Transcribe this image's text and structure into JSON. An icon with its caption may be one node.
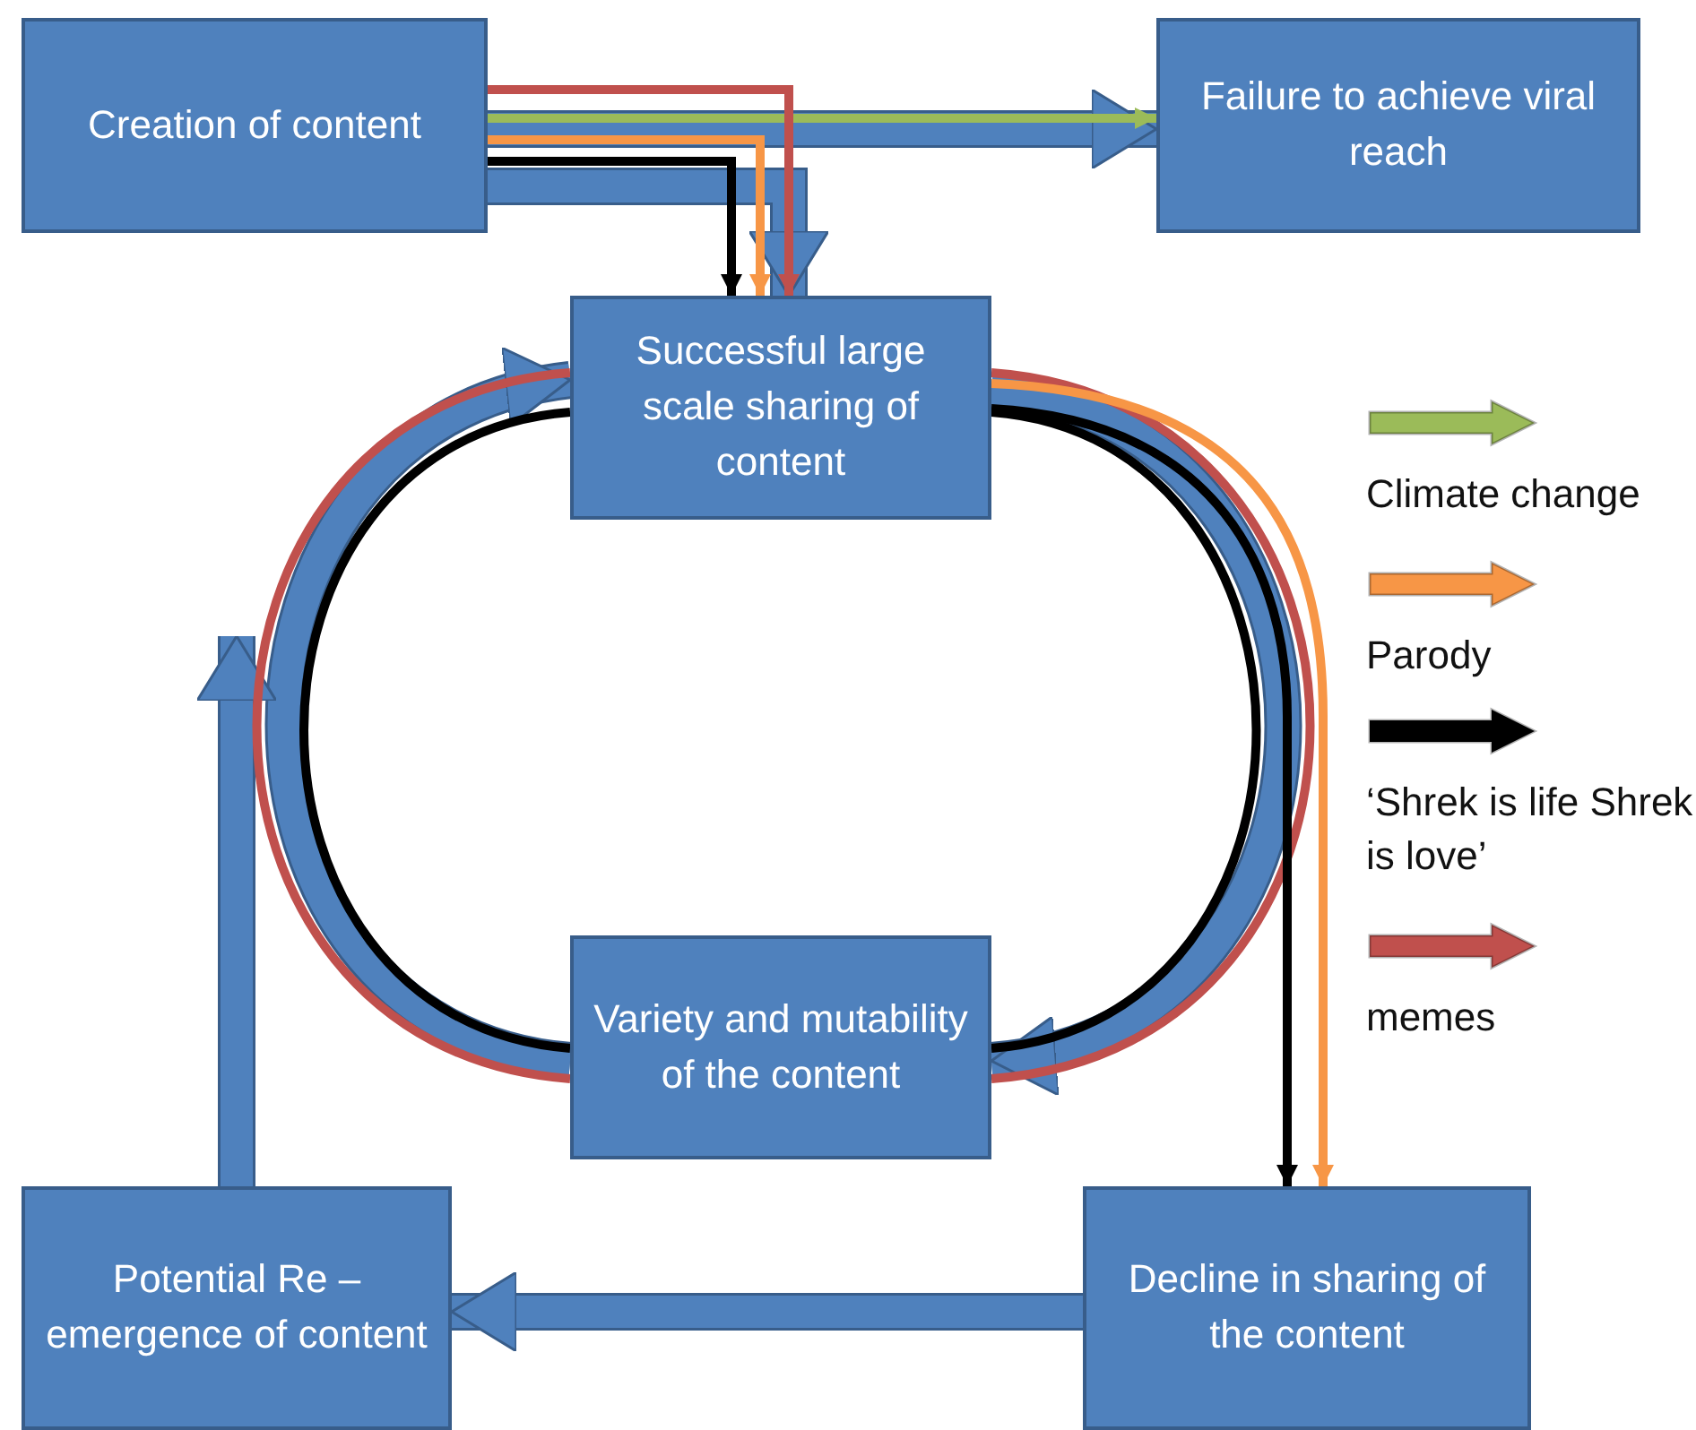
{
  "diagram": {
    "nodes": [
      {
        "text": [
          "Creation of content"
        ]
      },
      {
        "text": [
          "Failure to achieve viral reach"
        ]
      },
      {
        "text": [
          "Successful large scale sharing of content"
        ]
      },
      {
        "text": [
          "Variety and mutability of the content"
        ]
      },
      {
        "text": [
          "Decline in sharing of the content"
        ]
      },
      {
        "text": [
          "Potential Re – emergence of content"
        ]
      }
    ],
    "edges": [
      {
        "from": 0,
        "to": 1,
        "arrow": "to",
        "style": "thick"
      },
      {
        "from": 0,
        "to": 2,
        "arrow": "to",
        "style": "thick"
      },
      {
        "from": 2,
        "to": 3,
        "arrow": "to",
        "style": "thick"
      },
      {
        "from": 3,
        "to": 2,
        "arrow": "to",
        "style": "thick"
      },
      {
        "from": 4,
        "to": 5,
        "arrow": "to",
        "style": "thick"
      },
      {
        "from": 5,
        "to": null,
        "arrow": "to",
        "style": "thick"
      },
      {
        "from": 0,
        "to": 1,
        "arrow": "to",
        "color": "#9bbb59"
      },
      {
        "from": 0,
        "to": 2,
        "arrow": "to",
        "color": "#c0504d"
      },
      {
        "from": 0,
        "to": 2,
        "arrow": "to",
        "color": "#f79646"
      },
      {
        "from": 0,
        "to": 2,
        "arrow": "to",
        "color": "#000000"
      },
      {
        "from": 2,
        "to": 3,
        "arrow": "none",
        "color": "#c0504d"
      },
      {
        "from": 3,
        "to": 2,
        "arrow": "none",
        "color": "#c0504d"
      },
      {
        "from": 2,
        "to": 4,
        "arrow": "to",
        "color": "#f79646"
      },
      {
        "from": 2,
        "to": 4,
        "arrow": "to",
        "color": "#000000"
      },
      {
        "from": 2,
        "to": 3,
        "arrow": "none",
        "color": "#000000"
      },
      {
        "from": 3,
        "to": 2,
        "arrow": "none",
        "color": "#000000"
      }
    ],
    "legend": [
      {
        "text": "Climate change",
        "color": "#9bbb59"
      },
      {
        "text": "Parody",
        "color": "#f79646"
      },
      {
        "text": "‘Shrek is life Shrek is love’",
        "color": "#000000"
      },
      {
        "text": "memes",
        "color": "#c0504d"
      }
    ]
  }
}
